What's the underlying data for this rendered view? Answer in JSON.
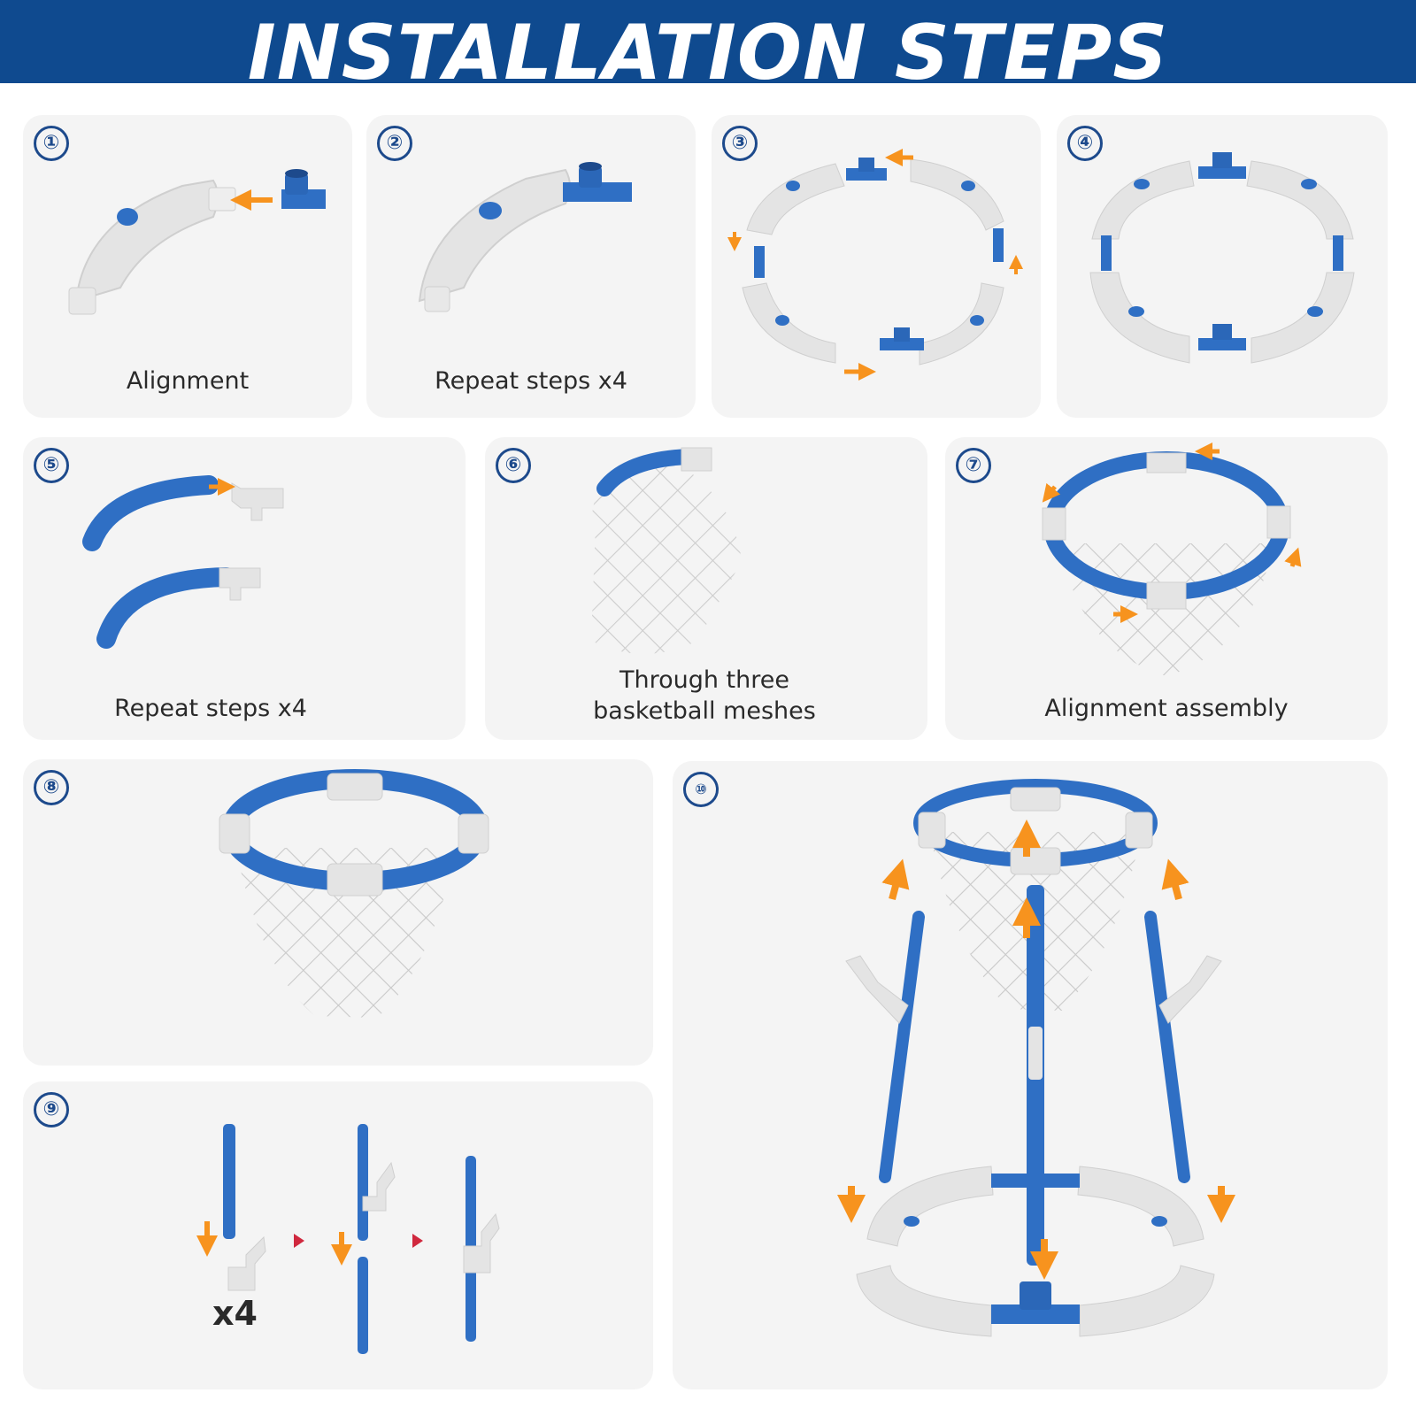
{
  "header": {
    "title": "INSTALLATION STEPS"
  },
  "steps": [
    {
      "number": "①",
      "caption": "Alignment"
    },
    {
      "number": "②",
      "caption": "Repeat steps x4"
    },
    {
      "number": "③",
      "caption": ""
    },
    {
      "number": "④",
      "caption": ""
    },
    {
      "number": "⑤",
      "caption": "Repeat steps x4"
    },
    {
      "number": "⑥",
      "caption_line1": "Through three",
      "caption_line2": "basketball meshes"
    },
    {
      "number": "⑦",
      "caption": "Alignment assembly"
    },
    {
      "number": "⑧",
      "caption": ""
    },
    {
      "number": "⑨",
      "multiplier": "x4"
    },
    {
      "number": "⑩",
      "caption": ""
    }
  ],
  "colors": {
    "header_bg": "#0f4a8f",
    "panel_bg": "#f4f4f4",
    "part_blue": "#2f6fc4",
    "float_white": "#e4e4e4",
    "arrow_orange": "#f7931e",
    "pointer_red": "#d0283e"
  }
}
